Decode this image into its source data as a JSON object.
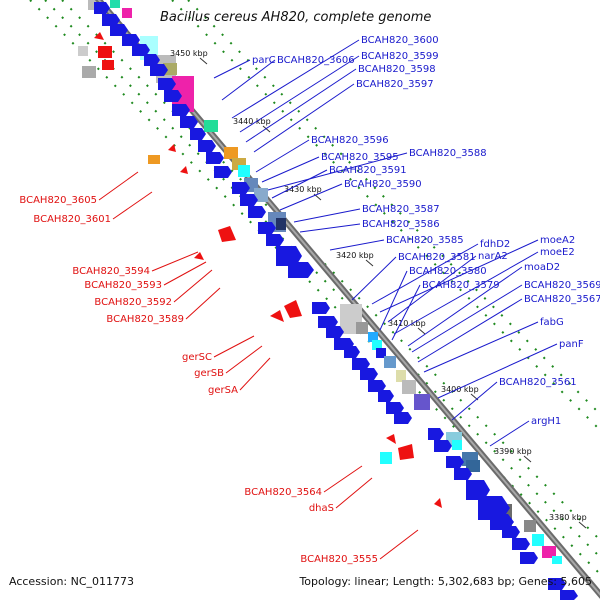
{
  "title": "Bacillus cereus AH820, complete genome",
  "footer": {
    "accession": "Accession: NC_011773",
    "topology": "Topology: linear; Length: 5,302,683 bp; Genes: 5,605"
  },
  "colors": {
    "backbone": "#7a7a7a",
    "forward_label": "#1a1acc",
    "reverse_label": "#e01010",
    "dots": "#1f8a1f",
    "forward_arrow": "#1818e0",
    "reverse_arrow": "#ee1111"
  },
  "ticks": [
    "3450 kbp",
    "3440 kbp",
    "3430 kbp",
    "3420 kbp",
    "3410 kbp",
    "3400 kbp",
    "3390 kbp",
    "3380 kbp"
  ],
  "forward_labels": [
    "parC",
    "BCAH820_3606",
    "BCAH820_3600",
    "BCAH820_3599",
    "BCAH820_3598",
    "BCAH820_3597",
    "BCAH820_3596",
    "BCAH820_3595",
    "BCAH820_3588",
    "BCAH820_3591",
    "BCAH820_3590",
    "BCAH820_3587",
    "BCAH820_3586",
    "BCAH820_3585",
    "fdhD2",
    "moeA2",
    "BCAH820_3581",
    "narA2",
    "moeE2",
    "BCAH820_3580",
    "moaD2",
    "BCAH820_3579",
    "BCAH820_3569",
    "BCAH820_3567",
    "fabG",
    "panF",
    "BCAH820_3561",
    "argH1"
  ],
  "reverse_labels": [
    "BCAH820_3605",
    "BCAH820_3601",
    "BCAH820_3594",
    "BCAH820_3593",
    "BCAH820_3592",
    "BCAH820_3589",
    "gerSC",
    "gerSB",
    "gerSA",
    "BCAH820_3564",
    "dhaS",
    "BCAH820_3555"
  ]
}
